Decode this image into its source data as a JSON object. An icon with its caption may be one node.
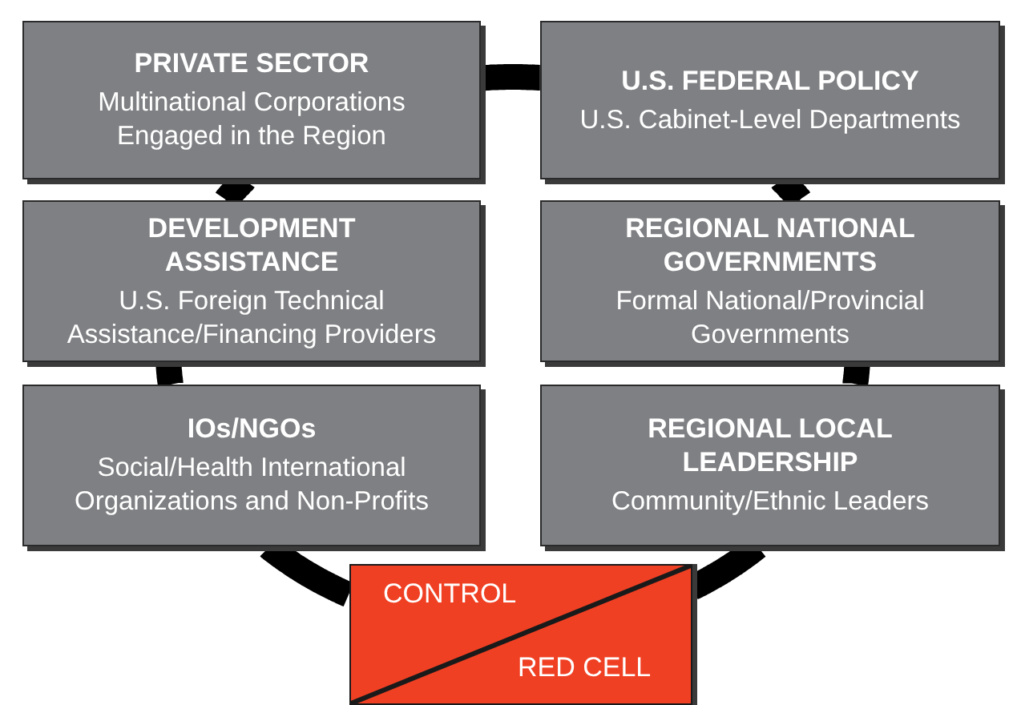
{
  "diagram": {
    "nodes": [
      {
        "text": [
          "PRIVATE SECTOR",
          "Multinational Corporations Engaged in the Region"
        ]
      },
      {
        "text": [
          "U.S. FEDERAL POLICY",
          "U.S. Cabinet-Level Departments"
        ]
      },
      {
        "text": [
          "DEVELOPMENT ASSISTANCE",
          "U.S. Foreign Technical Assistance/Financing Providers"
        ]
      },
      {
        "text": [
          "REGIONAL NATIONAL GOVERNMENTS",
          "Formal National/Provincial Governments"
        ]
      },
      {
        "text": [
          "IOs/NGOs",
          "Social/Health International Organizations and Non-Profits"
        ]
      },
      {
        "text": [
          "REGIONAL LOCAL LEADERSHIP",
          "Community/Ethnic Leaders"
        ]
      },
      {
        "text": [
          "CONTROL",
          "RED CELL"
        ]
      }
    ],
    "edges": [
      {
        "from": 0,
        "to": 1,
        "arrow": "none"
      },
      {
        "from": 1,
        "to": 3,
        "arrow": "none"
      },
      {
        "from": 3,
        "to": 5,
        "arrow": "none"
      },
      {
        "from": 5,
        "to": 6,
        "arrow": "none"
      },
      {
        "from": 6,
        "to": 4,
        "arrow": "none"
      },
      {
        "from": 4,
        "to": 2,
        "arrow": "none"
      },
      {
        "from": 2,
        "to": 0,
        "arrow": "none"
      }
    ]
  }
}
